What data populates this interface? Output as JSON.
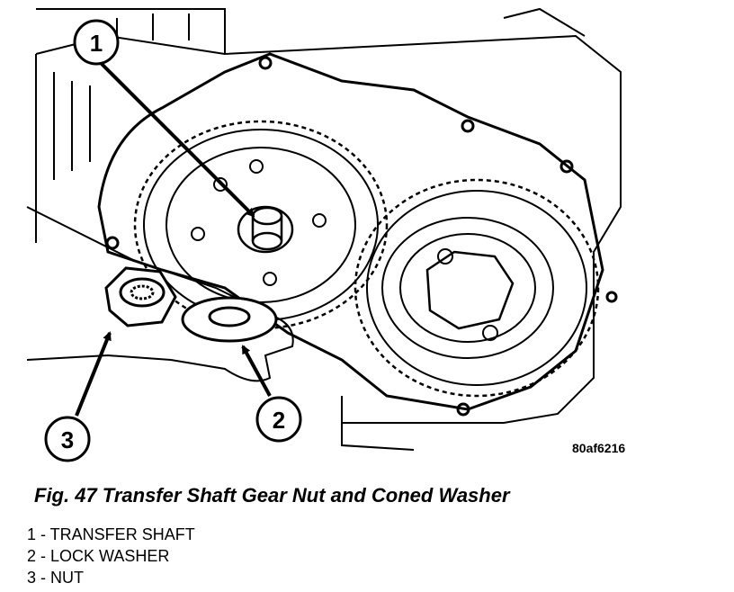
{
  "figure": {
    "title": "Fig. 47 Transfer Shaft Gear Nut and Coned Washer",
    "image_id": "80af6216"
  },
  "callouts": [
    {
      "number": "1"
    },
    {
      "number": "2"
    },
    {
      "number": "3"
    }
  ],
  "legend": [
    {
      "text": "1 - TRANSFER SHAFT"
    },
    {
      "text": "2 - LOCK WASHER"
    },
    {
      "text": "3 - NUT"
    }
  ]
}
